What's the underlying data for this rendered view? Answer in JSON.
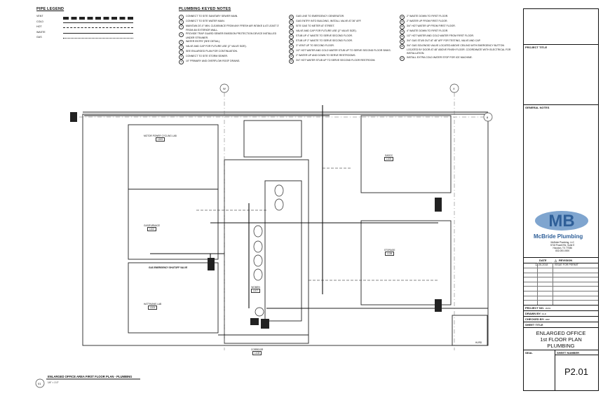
{
  "pipe_legend": {
    "title": "PIPE LEGEND",
    "rows": [
      "VENT",
      "COLD",
      "HOT",
      "WASTE",
      "GAS"
    ]
  },
  "keyed_notes": {
    "title": "PLUMBING KEYED NOTES",
    "col1": [
      {
        "n": "1",
        "text": "CONNECT TO SITE SANITARY SEWER MAIN."
      },
      {
        "n": "2",
        "text": "CONNECT TO SITE WATER MAIN."
      },
      {
        "n": "3",
        "text": "MAINTAIN 20'-0\" MIN. CLEARANCE FROM ANY FRESH AIR INTAKE & AT LEAST 3' FROM AN EXTERIOR WALL."
      },
      {
        "n": "4",
        "text": "PROVIDE TRAP GUARD SEWER EMISSION PROTECTION DEVICE INSTALLED UNDER STRAINER."
      },
      {
        "n": "5",
        "text": "WATER ENTRY (SEE DETAIL)."
      },
      {
        "n": "6",
        "text": "VALVE AND CAP FOR FUTURE USE (2\" VALVE SIZE)."
      },
      {
        "n": "7",
        "text": "SEE ENLARGED PLAN FOR CONTINUATION."
      },
      {
        "n": "8",
        "text": "CONNECT TO SITE STORM SEWER."
      },
      {
        "n": "9",
        "text": "10\" PRIMARY AND OVERFLOW ROOF DRAINS."
      }
    ],
    "col2": [
      {
        "n": "10",
        "text": "GAS LINE TO EMERGENCY GENERATOR."
      },
      {
        "n": "11",
        "text": "GAS ENTRY INTO BUILDING, INSTALL VALVE AT 36\" AFF."
      },
      {
        "n": "12",
        "text": "SITE GAS TO METER AT STREET."
      },
      {
        "n": "13",
        "text": "VALVE AND CAP FOR FUTURE USE (2\" VALVE SIZE)."
      },
      {
        "n": "14",
        "text": "STUB UP 4\" WASTE TO SERVE SECOND FLOOR."
      },
      {
        "n": "15",
        "text": "STUB UP 2\" WASTE TO SERVE SECOND FLOOR."
      },
      {
        "n": "16",
        "text": "3\" VENT UP TO SECOND FLOOR."
      },
      {
        "n": "17",
        "text": "1/2\" HOT WATER AND COLD WATER STUB UP TO SERVE SECOND FLOOR SINKS."
      },
      {
        "n": "18",
        "text": "2\" WATER UP AND DOWN TO SERVE RESTROOMS."
      },
      {
        "n": "19",
        "text": "3/4\" HOT WATER STUB UP TO SERVE SECOND FLOOR RESTROOM."
      }
    ],
    "col3": [
      {
        "n": "20",
        "text": "2\" WASTE DOWN TO FIRST FLOOR."
      },
      {
        "n": "21",
        "text": "2\" WATER UP FROM FIRST FLOOR."
      },
      {
        "n": "22",
        "text": "3/4\" HOT WATER UP FROM FIRST FLOOR."
      },
      {
        "n": "23",
        "text": "4\" WASTE DOWN TO FIRST FLOOR."
      },
      {
        "n": "24",
        "text": "1/2\" HOT WATER AND COLD WATER FROM FIRST FLOOR."
      },
      {
        "n": "25",
        "text": "3/4\" GAS STUB OUT AT 48\" AFF FOR TESTING, VALVE AND CAP."
      },
      {
        "n": "26",
        "text": "3/4\" GAS SOLENOID VALVE LOCATED ABOVE CEILING WITH EMERGENCY BUTTON LOCATED BY DOOR AT 48\" ABOVE FINISH FLOOR. COORDINATE WITH ELECTRICAL FOR INSTALLATION."
      },
      {
        "n": "27",
        "text": "INSTALL EXTRA COLD WATER STOP FOR ICE MACHINE."
      }
    ]
  },
  "plan": {
    "grid_w": "W",
    "grid_x": "X",
    "grid_8": "8",
    "rooms": [
      {
        "name": "MOTOR POWER CYCLING LAB",
        "num": "L103"
      },
      {
        "name": "GASIFURNACE",
        "num": "L102"
      },
      {
        "name": "HATTIMANS LAB",
        "num": "L104"
      },
      {
        "name": "GASCC",
        "num": "L105"
      },
      {
        "name": "STORAGE",
        "num": "L106"
      },
      {
        "name": "WOMEN",
        "num": "L107"
      },
      {
        "name": "CORRIDOR",
        "num": "L108"
      },
      {
        "name": "HURD",
        "num": ""
      }
    ],
    "valve_note": "GAS EMERGENCY SHUTOFF VALVE",
    "caption_num": "01",
    "caption_title": "ENLARGED OFFICE AREA FIRST FLOOR PLAN - PLUMBING",
    "caption_scale": "1/4\" = 1'-0\""
  },
  "title_block": {
    "project_title_label": "PROJECT TITLE",
    "general_notes_label": "GENERAL NOTES",
    "company": "McBride Plumbing",
    "company_sub": "McBride Plumbing, LLC",
    "address1": "5718 Powell Rd, Suite E",
    "address2": "Houston, TX 77086",
    "phone": "832-000-0000",
    "date_label": "DATE",
    "revision_label": "REVISION",
    "rev_date": "12-05-2018",
    "rev_desc": "ISSUE FOR PERMIT",
    "project_no_label": "PROJECT NO.",
    "project_no": "18151",
    "drawn_by_label": "DRAWN BY:",
    "drawn_by": "DLR",
    "checked_by_label": "CHECKED BY:",
    "checked_by": "MBP",
    "sheet_title_label": "SHEET TITLE",
    "sheet_title_1": "ENLARGED OFFICE",
    "sheet_title_2": "1st FLOOR PLAN",
    "sheet_title_3": "PLUMBING",
    "seal_label": "SEAL",
    "sheet_number_label": "SHEET NUMBER",
    "sheet_number": "P2.01"
  },
  "colors": {
    "ink": "#111111",
    "logo_blue": "#2f5f98",
    "logo_light": "#7fa5cf"
  }
}
